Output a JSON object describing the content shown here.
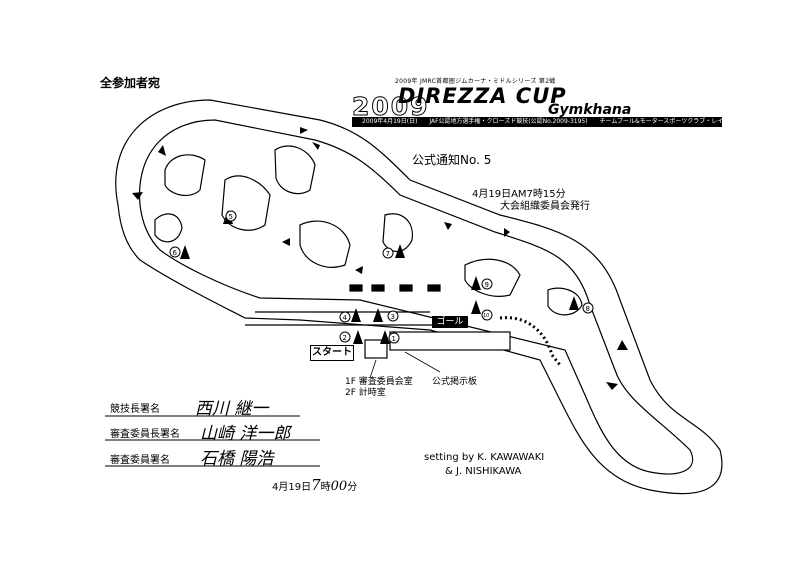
{
  "header": {
    "addressee": "全参加者宛",
    "series_line": "2009年 JMRC首都圏ジムカーナ・ミドルシリーズ 第2戦",
    "brand_year": "2009",
    "brand_name": "DIREZZA CUP",
    "brand_sub": "Gymkhana",
    "info_date": "2009年4月19日(日)",
    "info_permit": "JAF公認地方選手権・クローズド競技(公認No.2009-3195)",
    "info_organizer": "チームプール&モータースポーツクラブ・レイディーダブリュエス"
  },
  "notice": {
    "title": "公式通知No. 5",
    "datetime": "4月19日AM7時15分",
    "issuer": "大会組織委員会発行"
  },
  "map": {
    "start_label": "スタート",
    "goal_label": "ゴール",
    "room_1f": "1F 審査委員会室",
    "room_2f": "2F 計時室",
    "bulletin_board": "公式掲示板",
    "pylons": [
      "1",
      "2",
      "3",
      "4",
      "5",
      "6",
      "7",
      "8",
      "9",
      "10"
    ]
  },
  "signatures": {
    "clerk_label": "競技長署名",
    "clerk_sign": "西川 継一",
    "chief_steward_label": "審査委員長署名",
    "chief_steward_sign": "山崎 洋一郎",
    "steward_label": "審査委員署名",
    "steward_sign": "石橋 陽浩"
  },
  "credits": {
    "line1": "setting by K. KAWAWAKI",
    "line2": "& J. NISHIKAWA"
  },
  "footer": {
    "time_prefix": "4月19日",
    "time_hour": "7",
    "time_mid": "時",
    "time_min": "00",
    "time_suffix": "分"
  }
}
